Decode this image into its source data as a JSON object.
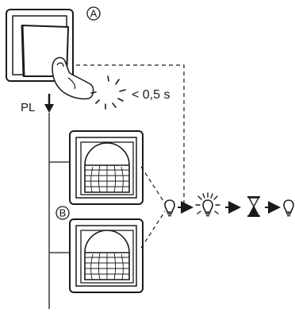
{
  "labels": {
    "callout_a": "A",
    "callout_b": "B",
    "pl": "PL",
    "timing": "< 0,5 s"
  },
  "sequence": [
    "bulb-off-icon",
    "bulb-on-icon",
    "hourglass-icon",
    "bulb-off-icon"
  ],
  "colors": {
    "line": "#1a1a1a",
    "device_fill": "#ffffff"
  }
}
